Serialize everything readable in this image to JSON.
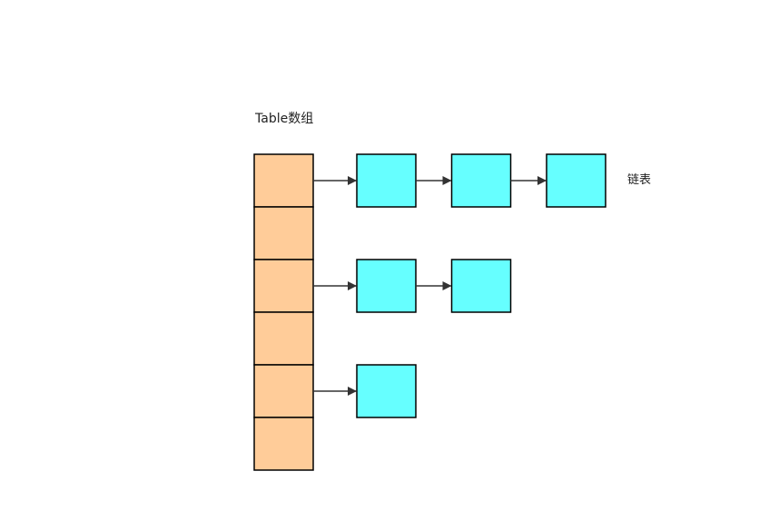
{
  "labels": {
    "table": "Table数组",
    "linked_list": "链表"
  },
  "colors": {
    "table_cell_fill": "#FFCC99",
    "node_fill": "#66FFFF",
    "stroke": "#000000",
    "arrow": "#333333"
  },
  "table": {
    "cell_count": 6
  },
  "chains": [
    {
      "table_index": 0,
      "node_count": 3
    },
    {
      "table_index": 2,
      "node_count": 2
    },
    {
      "table_index": 4,
      "node_count": 1
    }
  ]
}
